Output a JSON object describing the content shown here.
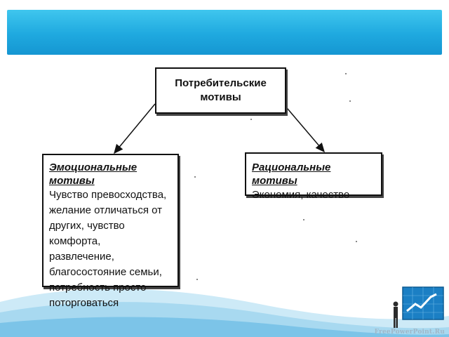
{
  "diagram": {
    "root": {
      "lines": [
        "Потребительские",
        "мотивы"
      ]
    },
    "left": {
      "title": "Эмоциональные мотивы",
      "lines": [
        "Чувство превосходства,",
        "желание отличаться от",
        "других, чувство комфорта,",
        "развлечение,",
        "благосостояние семьи,",
        "потребность просто",
        "поторговаться"
      ]
    },
    "right": {
      "title": "Рациональные мотивы",
      "lines": [
        "Экономия, качество"
      ]
    }
  },
  "footer": {
    "watermark": "FreePowerPoint.Ru"
  },
  "colors": {
    "banner": "#1fa9df",
    "wave": "#bfe3f4",
    "border": "#111111"
  }
}
